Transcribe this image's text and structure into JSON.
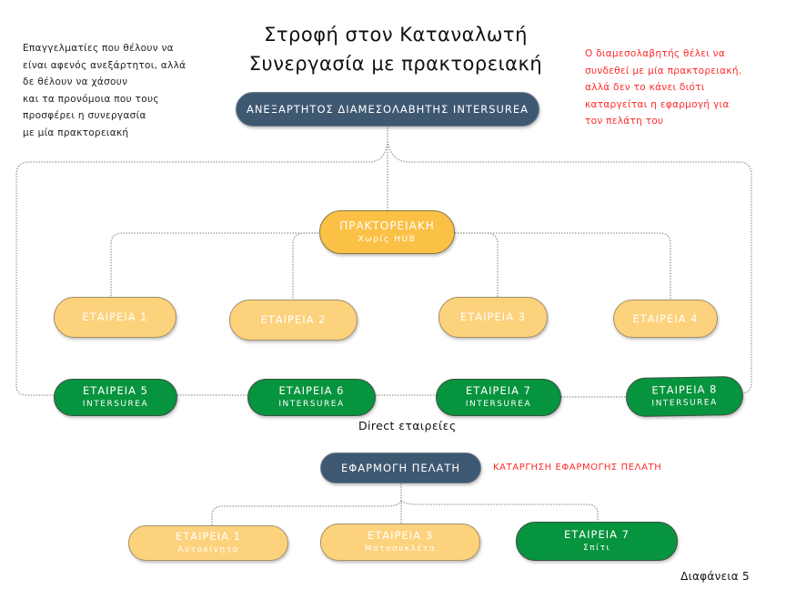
{
  "title": {
    "line1": "Στροφή στον Καταναλωτή",
    "line2": "Συνεργασία με πρακτορειακή"
  },
  "left_note": {
    "lines": [
      "Επαγγελματίες που θέλουν να",
      "είναι αφενός ανεξάρτητοι, αλλά",
      "δε θέλουν να χάσουν",
      "και τα προνόμοια που τους",
      "προσφέρει η συνεργασία",
      "με μία πρακτορειακή"
    ]
  },
  "right_note": {
    "lines": [
      "Ο διαμεσολαβητής θέλει να",
      "συνδεθεί με μία πρακτορειακή.",
      "αλλά δεν το κάνει διότι",
      "καταργείται η εφαρμογή για",
      "τον πελάτη του"
    ],
    "color": "#ff2a2a"
  },
  "top_diagram": {
    "root": {
      "label": "ΑΝΕΞΑΡΤΗΤΟΣ ΔΙΑΜΕΣΟΛΑΒΗΤΗΣ INTERSUREA"
    },
    "hub": {
      "label": "ΠΡΑΚΤΟΡΕΙΑΚΗ",
      "sublabel": "Χωρίς HUB"
    },
    "agency_companies": [
      {
        "label": "ΕΤΑΙΡΕΙΑ 1"
      },
      {
        "label": "ΕΤΑΙΡΕΙΑ 2"
      },
      {
        "label": "ΕΤΑΙΡΕΙΑ 3"
      },
      {
        "label": "ΕΤΑΙΡΕΙΑ 4"
      }
    ],
    "direct_companies": [
      {
        "label": "ΕΤΑΙΡΕΙΑ 5",
        "sublabel": "INTERSUREA"
      },
      {
        "label": "ΕΤΑΙΡΕΙΑ 6",
        "sublabel": "INTERSUREA"
      },
      {
        "label": "ΕΤΑΙΡΕΙΑ 7",
        "sublabel": "INTERSUREA"
      },
      {
        "label": "ΕΤΑΙΡΕΙΑ 8",
        "sublabel": "INTERSUREA"
      }
    ],
    "direct_caption": "Direct εταιρείες"
  },
  "bottom_diagram": {
    "root": {
      "label": "ΕΦΑΡΜΟΓΗ ΠΕΛΑΤΗ"
    },
    "warning": "ΚΑΤΑΡΓΗΣΗ ΕΦΑΡΜΟΓΗΣ ΠΕΛΑΤΗ",
    "children": [
      {
        "label": "ΕΤΑΙΡΕΙΑ 1",
        "sublabel": "Αυτοκίνητο"
      },
      {
        "label": "ΕΤΑΙΡΕΙΑ 3",
        "sublabel": "Μοτοσυκλέτα"
      },
      {
        "label": "ΕΤΑΙΡΕΙΑ 7",
        "sublabel": "Σπίτι"
      }
    ]
  },
  "slide_label": "Διαφάνεια 5",
  "colors": {
    "dark_node": "#3f5872",
    "hub_node": "#fbc146",
    "agency_node": "#fdd27d",
    "direct_node": "#07943e",
    "warning_text": "#ff2a2a"
  }
}
